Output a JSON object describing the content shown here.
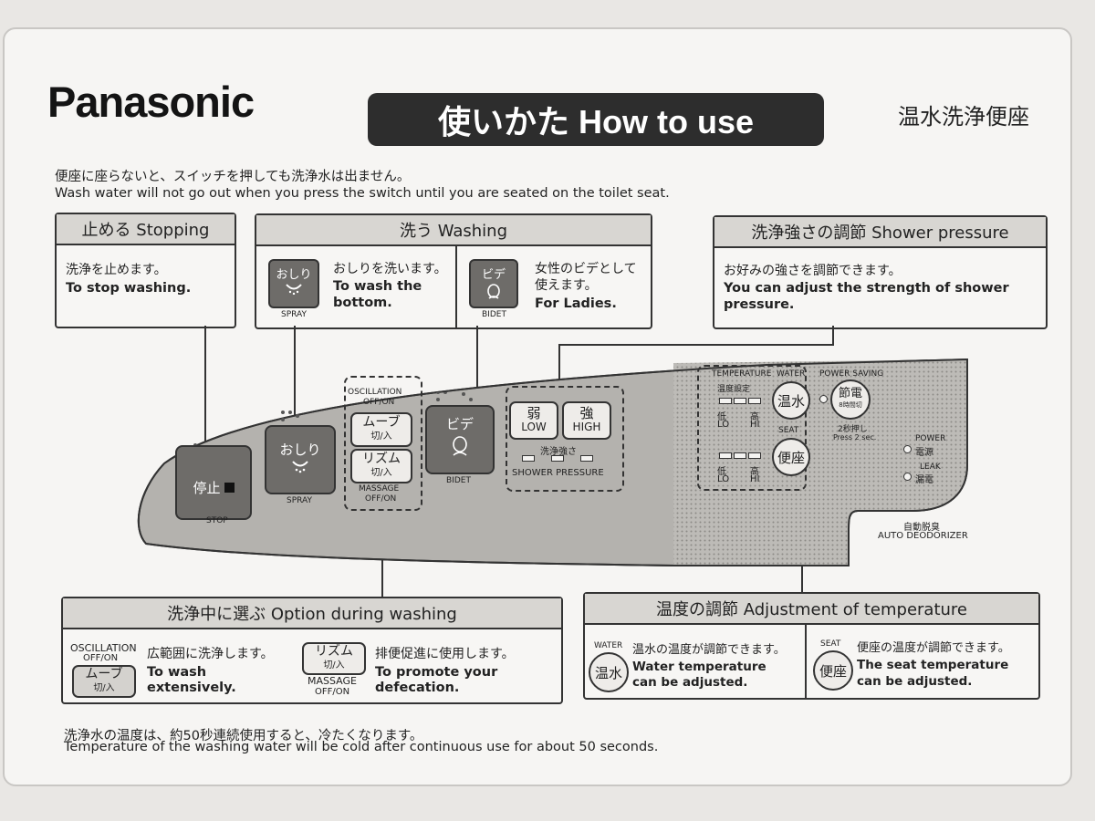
{
  "brand": "Panasonic",
  "title": "使いかた How to use",
  "product": "温水洗浄便座",
  "intro": {
    "ja": "便座に座らないと、スイッチを押しても洗浄水は出ません。",
    "en": "Wash water will not go out when you press the switch until you are seated on the toilet seat."
  },
  "stopping": {
    "header": "止める Stopping",
    "ja": "洗浄を止めます。",
    "en": "To stop washing."
  },
  "washing": {
    "header": "洗う Washing",
    "spray": {
      "icon_label": "おしり",
      "caption": "SPRAY",
      "ja": "おしりを洗います。",
      "en1": "To wash the",
      "en2": "bottom."
    },
    "bidet": {
      "icon_label": "ビデ",
      "caption": "BIDET",
      "ja1": "女性のビデとして",
      "ja2": "使えます。",
      "en": "For Ladies."
    }
  },
  "shower_pressure": {
    "header": "洗浄強さの調節 Shower pressure",
    "ja": "お好みの強さを調節できます。",
    "en1": "You can adjust the strength of shower",
    "en2": "pressure."
  },
  "panel": {
    "stop": {
      "label": "停止",
      "caption": "STOP"
    },
    "spray": {
      "label": "おしり",
      "caption": "SPRAY"
    },
    "oscillation": {
      "top": "OSCILLATION",
      "sub": "OFF/ON",
      "btn_ja": "ムーブ",
      "btn_sub": "切/入"
    },
    "massage": {
      "btn_ja": "リズム",
      "btn_sub": "切/入",
      "bottom": "MASSAGE",
      "sub": "OFF/ON"
    },
    "bidet": {
      "label": "ビデ",
      "caption": "BIDET"
    },
    "pressure": {
      "low_ja": "弱",
      "low_en": "LOW",
      "high_ja": "強",
      "high_en": "HIGH",
      "label_ja": "洗浄強さ",
      "label_en": "SHOWER PRESSURE"
    },
    "temperature": {
      "label": "TEMPERATURE",
      "label_ja": "温度設定",
      "water": "WATER",
      "water_btn": "温水",
      "seat": "SEAT",
      "seat_btn": "便座",
      "lo_ja": "低",
      "lo_en": "LO",
      "hi_ja": "高",
      "hi_en": "HI"
    },
    "power_saving": {
      "label": "POWER SAVING",
      "btn": "節電",
      "btn_sub": "8時間切",
      "note_ja": "2秒押し",
      "note_en": "Press 2 sec."
    },
    "power": {
      "en": "POWER",
      "ja": "電源"
    },
    "leak": {
      "en": "LEAK",
      "ja": "漏電"
    },
    "deodorizer": {
      "ja": "自動脱臭",
      "en": "AUTO DEODORIZER"
    }
  },
  "options": {
    "header": "洗浄中に選ぶ Option during washing",
    "oscillation": {
      "top": "OSCILLATION",
      "sub": "OFF/ON",
      "btn_ja": "ムーブ",
      "btn_sub": "切/入",
      "ja": "広範囲に洗浄します。",
      "en1": "To wash",
      "en2": "extensively."
    },
    "massage": {
      "btn_ja": "リズム",
      "btn_sub": "切/入",
      "bottom": "MASSAGE",
      "sub": "OFF/ON",
      "ja": "排便促進に使用します。",
      "en1": "To promote your",
      "en2": "defecation."
    }
  },
  "temperature_adj": {
    "header": "温度の調節 Adjustment of temperature",
    "water": {
      "top": "WATER",
      "btn": "温水",
      "ja": "温水の温度が調節できます。",
      "en1": "Water temperature",
      "en2": "can be adjusted."
    },
    "seat": {
      "top": "SEAT",
      "btn": "便座",
      "ja": "便座の温度が調節できます。",
      "en1": "The seat temperature",
      "en2": "can be adjusted."
    }
  },
  "outro": {
    "ja": "洗浄水の温度は、約50秒連続使用すると、冷たくなります。",
    "en": "Temperature of the washing water will be cold after continuous use for about 50 seconds."
  },
  "colors": {
    "panel_gray": "#b4b2ae",
    "button_gray": "#6e6c69",
    "header_gray": "#d8d6d2",
    "ink": "#2d2d2d"
  }
}
